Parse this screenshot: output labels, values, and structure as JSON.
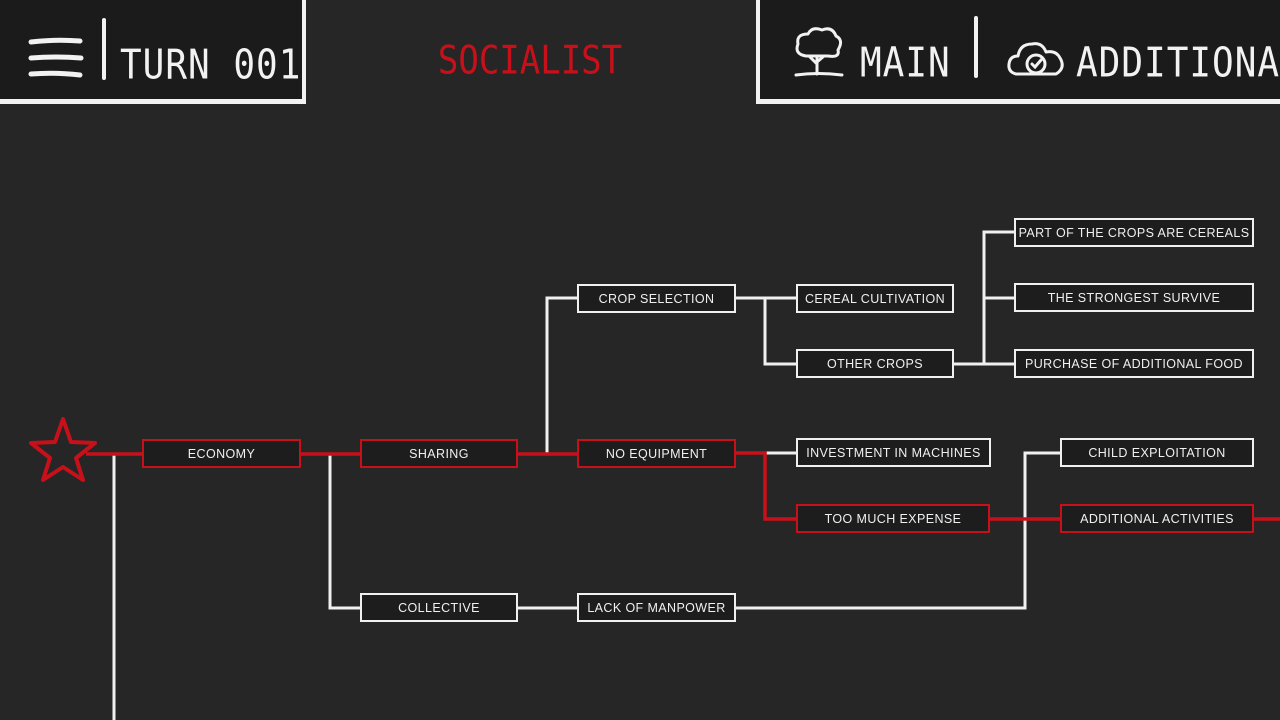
{
  "hud": {
    "turn_label": "TURN 001",
    "main_label": "MAIN",
    "additional_label": "ADDITIONAL"
  },
  "ideology": "SOCIALIST",
  "colors": {
    "accent": "#c8101a",
    "line": "#f0f0f0",
    "background": "#262626"
  },
  "nodes": {
    "economy": "ECONOMY",
    "sharing": "SHARING",
    "collective": "COLLECTIVE",
    "crop_selection": "CROP SELECTION",
    "no_equipment": "NO EQUIPMENT",
    "lack_of_manpower": "LACK OF MANPOWER",
    "cereal_cultivation": "CEREAL CULTIVATION",
    "other_crops": "OTHER CROPS",
    "investment_in_machines": "INVESTMENT IN MACHINES",
    "too_much_expense": "TOO MUCH EXPENSE",
    "part_of_crops_cereals": "PART OF THE CROPS ARE CEREALS",
    "strongest_survive": "THE STRONGEST SURVIVE",
    "purchase_additional_food": "PURCHASE OF ADDITIONAL FOOD",
    "child_exploitation": "CHILD EXPLOITATION",
    "additional_activities": "ADDITIONAL ACTIVITIES"
  },
  "icons": {
    "menu": "hamburger-menu-icon",
    "main": "tree-icon",
    "additional": "cloud-check-icon",
    "root": "red-star-icon"
  }
}
